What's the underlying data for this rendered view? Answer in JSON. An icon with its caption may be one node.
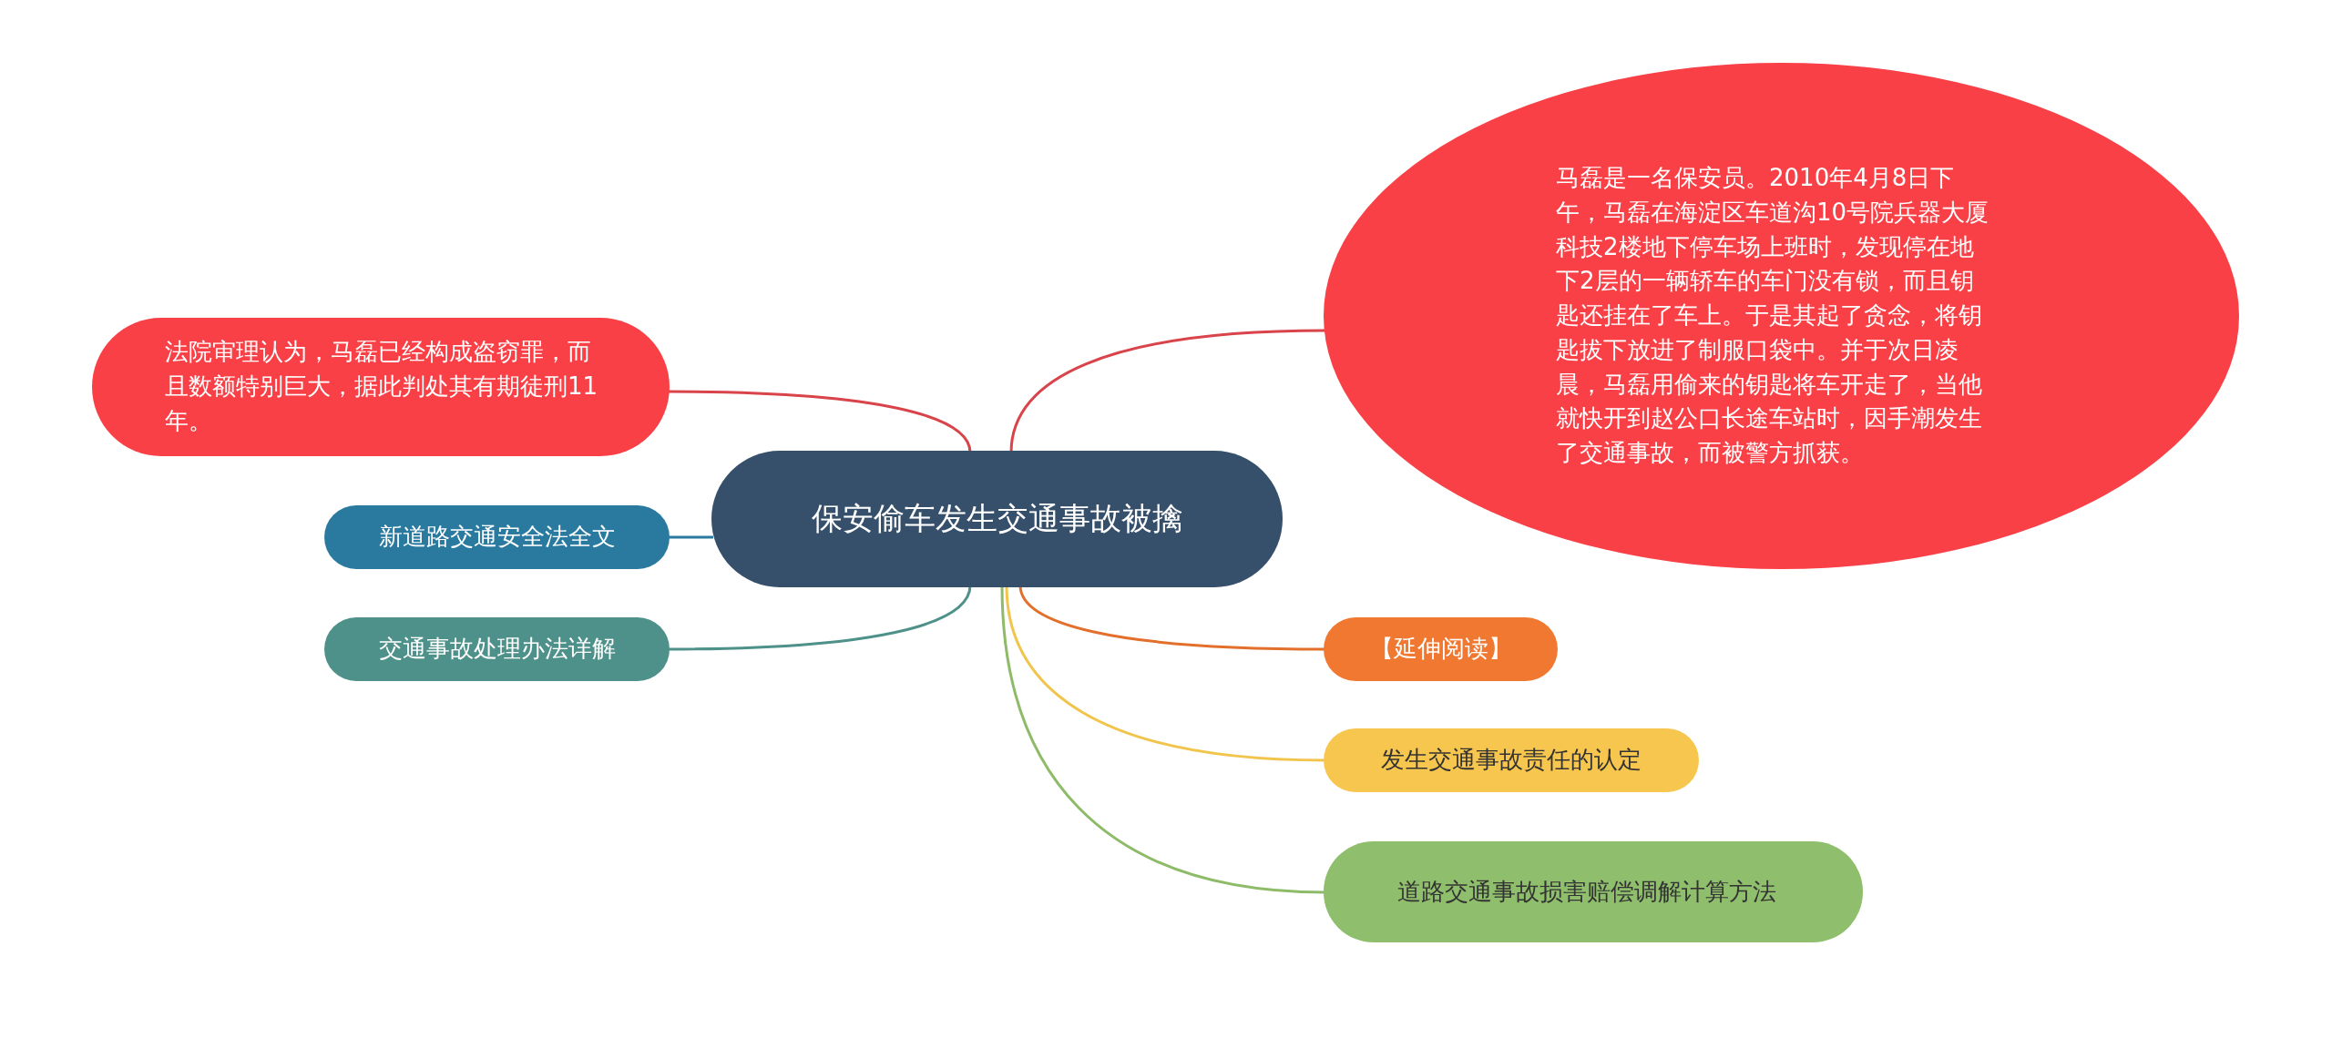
{
  "diagram": {
    "nodes": [
      {
        "text": [
          "保安偷车发生交通事故被擒"
        ]
      },
      {
        "text": [
          "马磊是一名保安员。2010年4月8日下午，马磊在海淀区车道沟10号院兵器大厦科技2楼地下停车场上班时，发现停在地下2层的一辆轿车的车门没有锁，而且钥匙还挂在了车上。于是其起了贪念，将钥匙拔下放进了制服口袋中。并于次日凌晨，马磊用偷来的钥匙将车开走了，当他就快开到赵公口长途车站时，因手潮发生了交通事故，而被警方抓获。"
        ]
      },
      {
        "text": [
          "法院审理认为，马磊已经构成盗窃罪，而且数额特别巨大，据此判处其有期徒刑11年。"
        ]
      },
      {
        "text": [
          "新道路交通安全法全文"
        ]
      },
      {
        "text": [
          "交通事故处理办法详解"
        ]
      },
      {
        "text": [
          "【延伸阅读】"
        ]
      },
      {
        "text": [
          "发生交通事故责任的认定"
        ]
      },
      {
        "text": [
          "道路交通事故损害赔偿调解计算方法"
        ]
      }
    ],
    "edges": [
      {
        "from": 0,
        "to": 1,
        "arrow": "none",
        "color": "#d9434a"
      },
      {
        "from": 0,
        "to": 2,
        "arrow": "none",
        "color": "#d9434a"
      },
      {
        "from": 0,
        "to": 3,
        "arrow": "none",
        "color": "#2a7aa0"
      },
      {
        "from": 0,
        "to": 4,
        "arrow": "none",
        "color": "#4e918a"
      },
      {
        "from": 0,
        "to": 5,
        "arrow": "none",
        "color": "#e2702c"
      },
      {
        "from": 0,
        "to": 6,
        "arrow": "none",
        "color": "#f1c44c"
      },
      {
        "from": 0,
        "to": 7,
        "arrow": "none",
        "color": "#8dbb68"
      }
    ]
  }
}
